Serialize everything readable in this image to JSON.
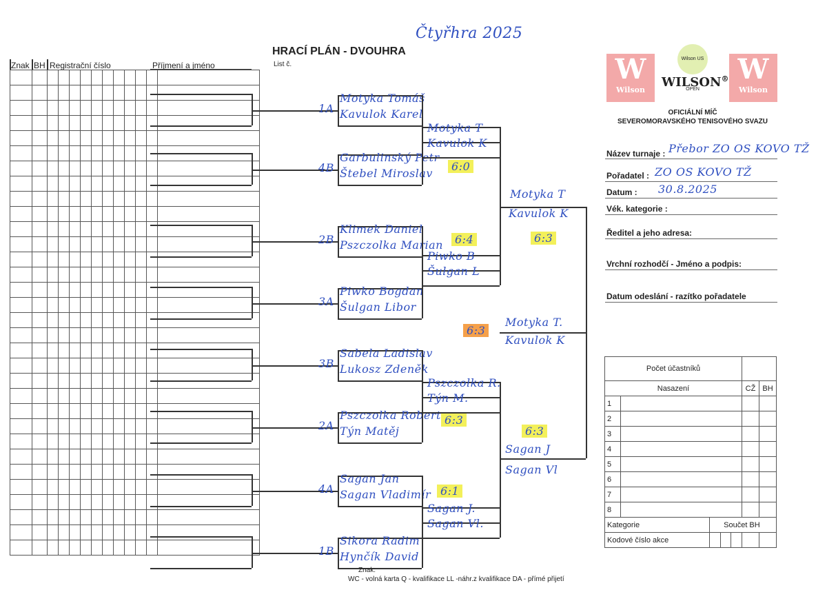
{
  "header": {
    "title": "HRACÍ PLÁN - DVOUHRA",
    "sheet_label": "List č.",
    "handwritten_title": "Čtyřhra 2025"
  },
  "columns": {
    "znak": "Znak",
    "bh": "BH",
    "reg": "Registrační číslo",
    "name": "Příjmení a jméno"
  },
  "round2": [
    {
      "seed": "1A",
      "p1": "Motyka Tomáš",
      "p2": "Kavulok Karel"
    },
    {
      "seed": "4B",
      "p1": "Garbulinský Petr",
      "p2": "Štebel Miroslav"
    },
    {
      "seed": "2B",
      "p1": "Klimek Daniel",
      "p2": "Pszczolka Marian"
    },
    {
      "seed": "3A",
      "p1": "Piwko Bogdan",
      "p2": "Šulgan Libor"
    },
    {
      "seed": "3B",
      "p1": "Sabela Ladislav",
      "p2": "Lukosz Zdeněk"
    },
    {
      "seed": "2A",
      "p1": "Pszczolka Robert",
      "p2": "Týn Matěj"
    },
    {
      "seed": "4A",
      "p1": "Sagan Jan",
      "p2": "Sagan Vladimír"
    },
    {
      "seed": "1B",
      "p1": "Sikora Radim",
      "p2": "Hynčík David"
    }
  ],
  "round3": [
    {
      "p1": "Motyka T",
      "p2": "Kavulok K",
      "score": "6:0"
    },
    {
      "p1": "Piwko B",
      "p2": "Šulgan L",
      "score": "6:4"
    },
    {
      "p1": "Pszczolka R.",
      "p2": "Týn M.",
      "score": "6:3"
    },
    {
      "p1": "Sagan J.",
      "p2": "Sagan Vl.",
      "score": "6:1"
    }
  ],
  "semis": [
    {
      "p1": "Motyka T",
      "p2": "Kavulok K",
      "score": "6:3"
    },
    {
      "p1": "Sagan J",
      "p2": "Sagan Vl",
      "score": "6:3"
    }
  ],
  "final": {
    "p1": "Motyka T.",
    "p2": "Kavulok K",
    "score": "6:3"
  },
  "legend": {
    "title": "Znak:",
    "text": "WC - volná karta Q - kvalifikace LL -náhr.z kvalifikace DA - přímé přijetí"
  },
  "sponsor": {
    "brand": "WILSON",
    "reg": "®",
    "logo_text": "Wilson",
    "ball_text": "Wilson US OPEN",
    "line1": "OFICIÁLNÍ MÍČ",
    "line2": "SEVEROMORAVSKÉHO TENISOVÉHO SVAZU"
  },
  "info": {
    "tournament_label": "Název turnaje :",
    "tournament_value": "Přebor ZO OS KOVO TŽ",
    "organizer_label": "Pořadatel :",
    "organizer_value": "ZO OS KOVO TŽ",
    "date_label": "Datum :",
    "date_value": "30.8.2025",
    "age_label": "Vék. kategorie :",
    "director_label": "Ředitel a jeho adresa:",
    "referee_label": "Vrchní rozhodčí - Jméno a podpis:",
    "sent_label": "Datum odeslání - razítko pořadatele"
  },
  "seeding": {
    "count_label": "Počet účastníků",
    "seeded_label": "Nasazení",
    "cz": "CŽ",
    "bh": "BH",
    "rows": [
      "1",
      "2",
      "3",
      "4",
      "5",
      "6",
      "7",
      "8"
    ],
    "category": "Kategorie",
    "sum_bh": "Součet BH",
    "code": "Kodové číslo akce"
  }
}
